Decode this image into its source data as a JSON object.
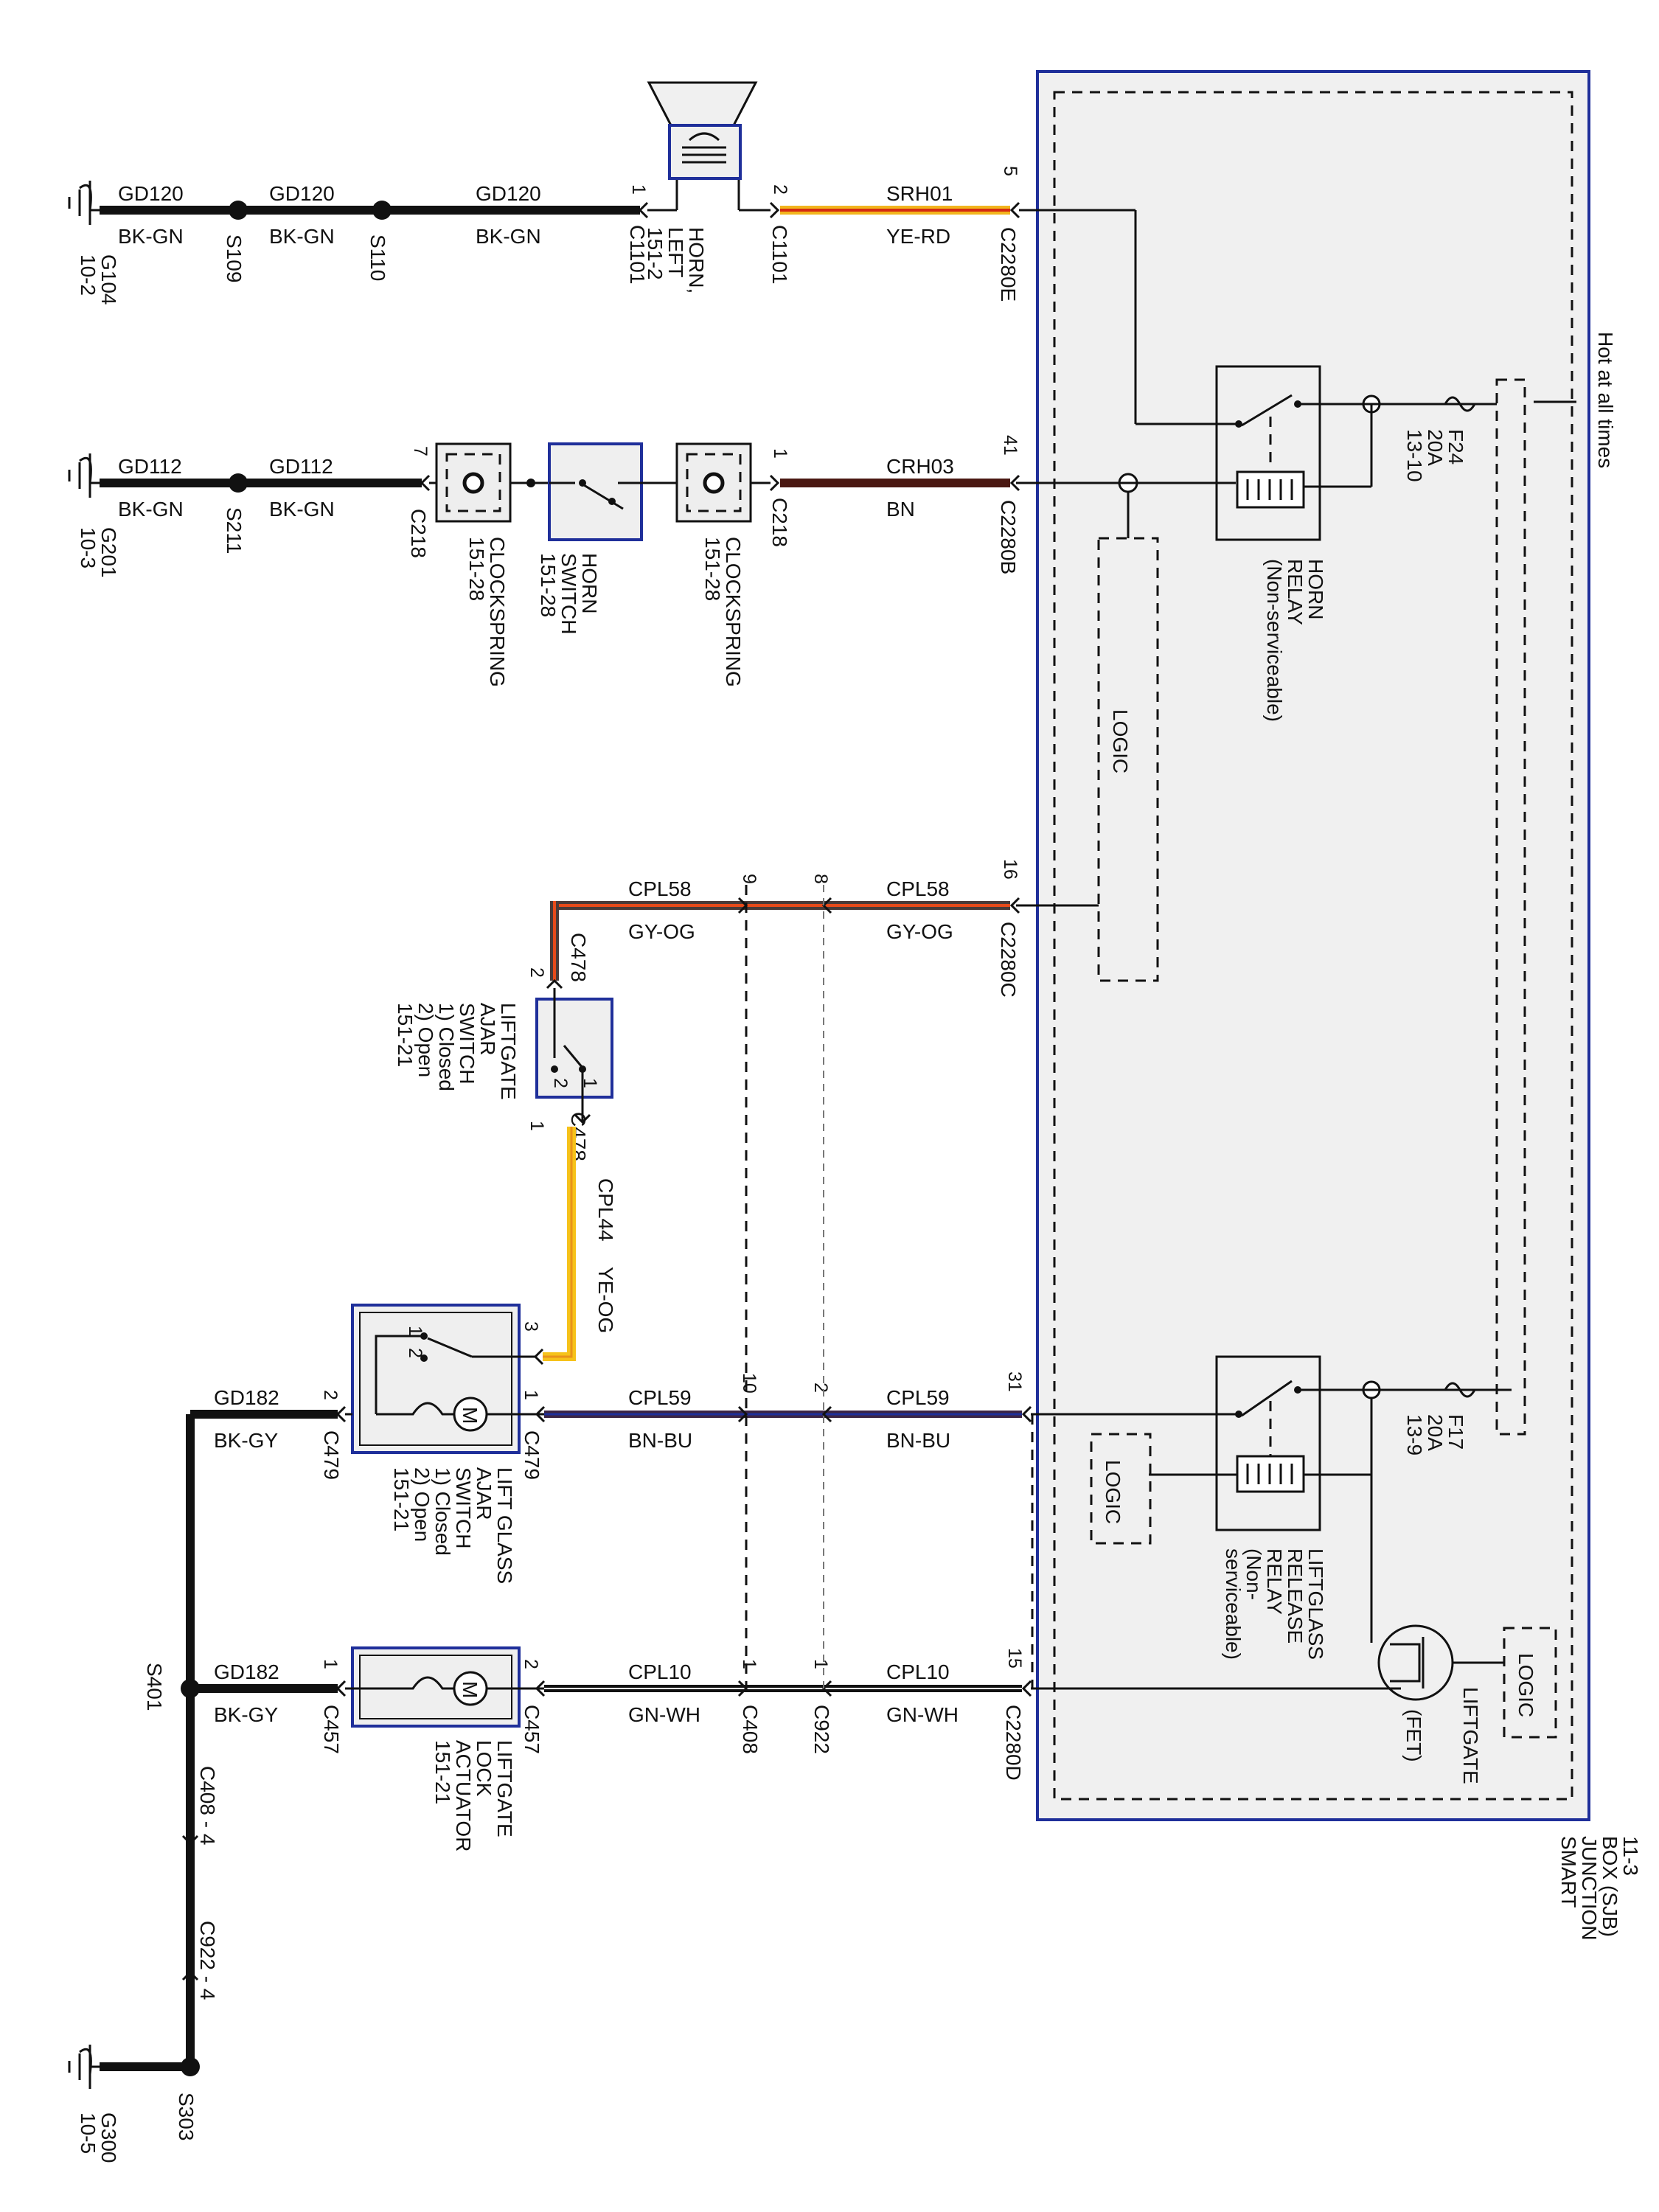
{
  "diagram": {
    "power_label": "Hot at all times",
    "sjb": {
      "line1": "SMART",
      "line2": "JUNCTION",
      "line3": "BOX (SJB)",
      "line4": "11-3"
    },
    "fuses": [
      {
        "id": "f24",
        "lines": [
          "F24",
          "20A",
          "13-10"
        ]
      },
      {
        "id": "f17",
        "lines": [
          "F17",
          "20A",
          "13-9"
        ]
      }
    ],
    "horn_relay": [
      "HORN",
      "RELAY",
      "(Non-serviceable)"
    ],
    "liftglass_relay": [
      "LIFTGLASS",
      "RELEASE",
      "RELAY",
      "(Non-",
      "serviceable)"
    ],
    "logic_label": "LOGIC",
    "fet": {
      "name_lines": [
        "LIFTGATE"
      ],
      "type": "(FET)"
    },
    "circuits": [
      {
        "id": "horn-left-ground",
        "segments": [
          {
            "code": "GD120",
            "color": "BK-GN"
          },
          {
            "code": "GD120",
            "color": "BK-GN"
          },
          {
            "code": "GD120",
            "color": "BK-GN"
          }
        ],
        "ground": {
          "name": "G104",
          "ref": "10-2"
        },
        "splices": [
          "S109",
          "S110"
        ],
        "connector_pin": "1",
        "connector": "C1101"
      },
      {
        "id": "horn-left-feed",
        "code": "SRH01",
        "color": "YE-RD",
        "pin_left": "2",
        "conn_left": "C1101",
        "pin_sjb": "5",
        "conn_sjb": "C2280E"
      },
      {
        "id": "horn-switch-ground",
        "segments": [
          {
            "code": "GD112",
            "color": "BK-GN"
          },
          {
            "code": "GD112",
            "color": "BK-GN"
          }
        ],
        "ground": {
          "name": "G201",
          "ref": "10-3"
        },
        "splices": [
          "S211"
        ],
        "connector_pin": "7",
        "connector": "C218"
      },
      {
        "id": "horn-switch-feed",
        "code": "CRH03",
        "color": "BN",
        "pin_left": "1",
        "conn_left": "C218",
        "pin_sjb": "41",
        "conn_sjb": "C2280B"
      },
      {
        "id": "liftgate-ajar",
        "code": "CPL58",
        "color": "GY-OG",
        "pin_sjb": "16",
        "conn_sjb": "C2280C",
        "pin_inline_a": "8",
        "pin_inline_b": "9",
        "pin_switch": "2",
        "conn_switch": "C478"
      },
      {
        "id": "liftgate-ajar-2",
        "code": "CPL44",
        "color": "YE-OG",
        "pin_top": "1",
        "conn_top": "C478",
        "pin_bottom": "3"
      },
      {
        "id": "liftglass-release",
        "code": "CPL59",
        "color": "BN-BU",
        "pin_sjb": "31",
        "pin_inline_a": "2",
        "pin_inline_b": "10",
        "pin_comp": "1",
        "conn_comp": "C479"
      },
      {
        "id": "liftglass-ground",
        "code": "GD182",
        "color": "BK-GY",
        "pin": "2",
        "conn": "C479"
      },
      {
        "id": "liftgate-lock",
        "code": "CPL10",
        "color": "GN-WH",
        "pin_sjb": "15",
        "conn_sjb": "C2280D",
        "pin_inline_a": "1",
        "conn_inline_a": "C922",
        "pin_inline_b": "1",
        "conn_inline_b": "C408",
        "pin_comp": "2",
        "conn_comp": "C457"
      },
      {
        "id": "liftgate-lock-ground",
        "code": "GD182",
        "color": "BK-GY",
        "pin": "1",
        "conn": "C457"
      }
    ],
    "ground_bus": {
      "splice_top": "S401",
      "inline_1": "C408 - 4",
      "inline_2": "C922 - 4",
      "splice_bottom": "S303",
      "ground": {
        "name": "G300",
        "ref": "10-5"
      }
    },
    "components": {
      "horn_left": [
        "HORN,",
        "LEFT",
        "151-2"
      ],
      "clockspring": [
        "CLOCKSPRING",
        "151-28"
      ],
      "horn_switch": [
        "HORN",
        "SWITCH",
        "151-28"
      ],
      "liftgate_ajar_switch": [
        "LIFTGATE",
        "AJAR",
        "SWITCH",
        "1) Closed",
        "2) Open",
        "151-21"
      ],
      "lift_glass_ajar_switch": [
        "LIFT GLASS",
        "AJAR",
        "SWITCH",
        "1) Closed",
        "2) Open",
        "151-21"
      ],
      "liftgate_lock_actuator": [
        "LIFTGATE",
        "LOCK",
        "ACTUATOR",
        "151-21"
      ],
      "motor_symbol": "M"
    },
    "colors": {
      "yellow_red": "#f2b51d",
      "red_stripe": "#d42a12",
      "brown": "#4a1812",
      "gray_orange_base": "#4a3a38",
      "gray_orange_stripe": "#e84a1a",
      "yellow_orange": "#f6c21a",
      "brown_blue": "#3b2444",
      "green_white": "#111111",
      "outline_blue": "#1f2f9a"
    }
  }
}
